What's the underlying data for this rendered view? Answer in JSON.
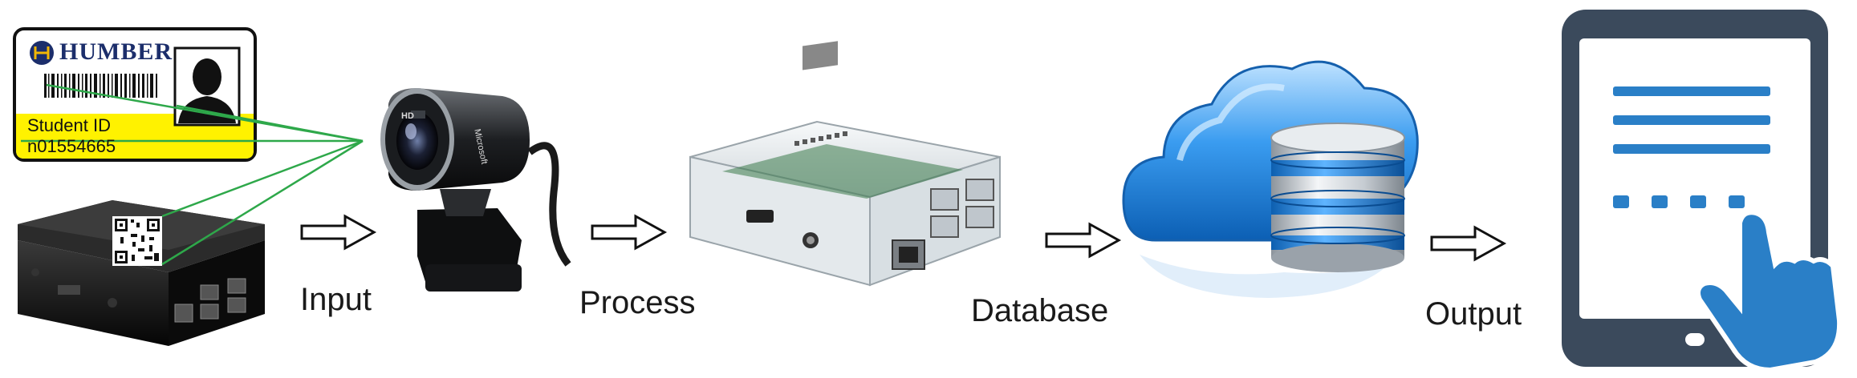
{
  "id_card": {
    "brand": "HUMBER",
    "line1": "Student ID",
    "line2": "n01554665"
  },
  "camera": {
    "badge": "HD",
    "maker": "Microsoft"
  },
  "stages": {
    "input": "Input",
    "process": "Process",
    "database": "Database",
    "output": "Output"
  },
  "colors": {
    "card_yellow": "#fff200",
    "scan_green": "#2ea84a",
    "cloud_blue": "#2f8fe0",
    "tablet_slate": "#3b4a5c",
    "hand_blue": "#2a7fc7"
  },
  "icons": [
    "id-card",
    "qr-code",
    "webcam",
    "raspberry-pi-case",
    "cloud-database",
    "tablet-touch"
  ]
}
